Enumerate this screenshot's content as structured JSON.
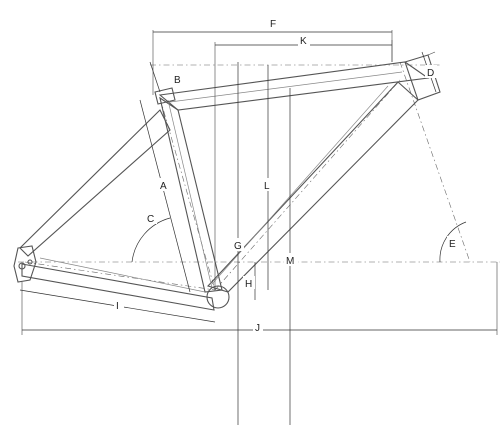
{
  "diagram": {
    "labels": {
      "A": "A",
      "B": "B",
      "C": "C",
      "D": "D",
      "E": "E",
      "F": "F",
      "G": "G",
      "H": "H",
      "I": "I",
      "J": "J",
      "K": "K",
      "L": "L",
      "M": "M"
    }
  }
}
